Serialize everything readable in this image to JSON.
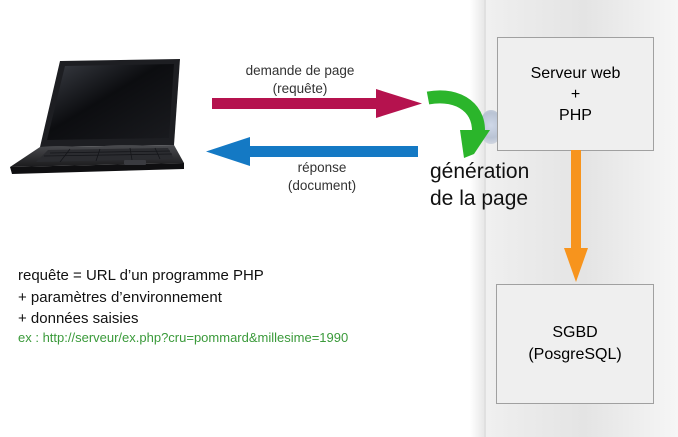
{
  "request_arrow": {
    "line1": "demande de page",
    "line2": "(requête)",
    "color": "#b5124e"
  },
  "response_arrow": {
    "line1": "réponse",
    "line2": "(document)",
    "color": "#1479c4"
  },
  "generation": {
    "line1": "génération",
    "line2": "de la page",
    "color": "#2bb52b"
  },
  "web_server": {
    "line1": "Serveur web",
    "line2": "+",
    "line3": "PHP"
  },
  "database": {
    "line1": "SGBD",
    "line2": "(PosgreSQL)"
  },
  "link_arrow_color": "#f7941d",
  "notes": {
    "line1": "requête = URL d’un programme PHP",
    "line2": "+ paramètres d’environnement",
    "line3": "+ données saisies",
    "example": "ex : http://serveur/ex.php?cru=pommard&millesime=1990"
  },
  "icons": {
    "client": "laptop-icon",
    "server": "server-tower-icon"
  }
}
